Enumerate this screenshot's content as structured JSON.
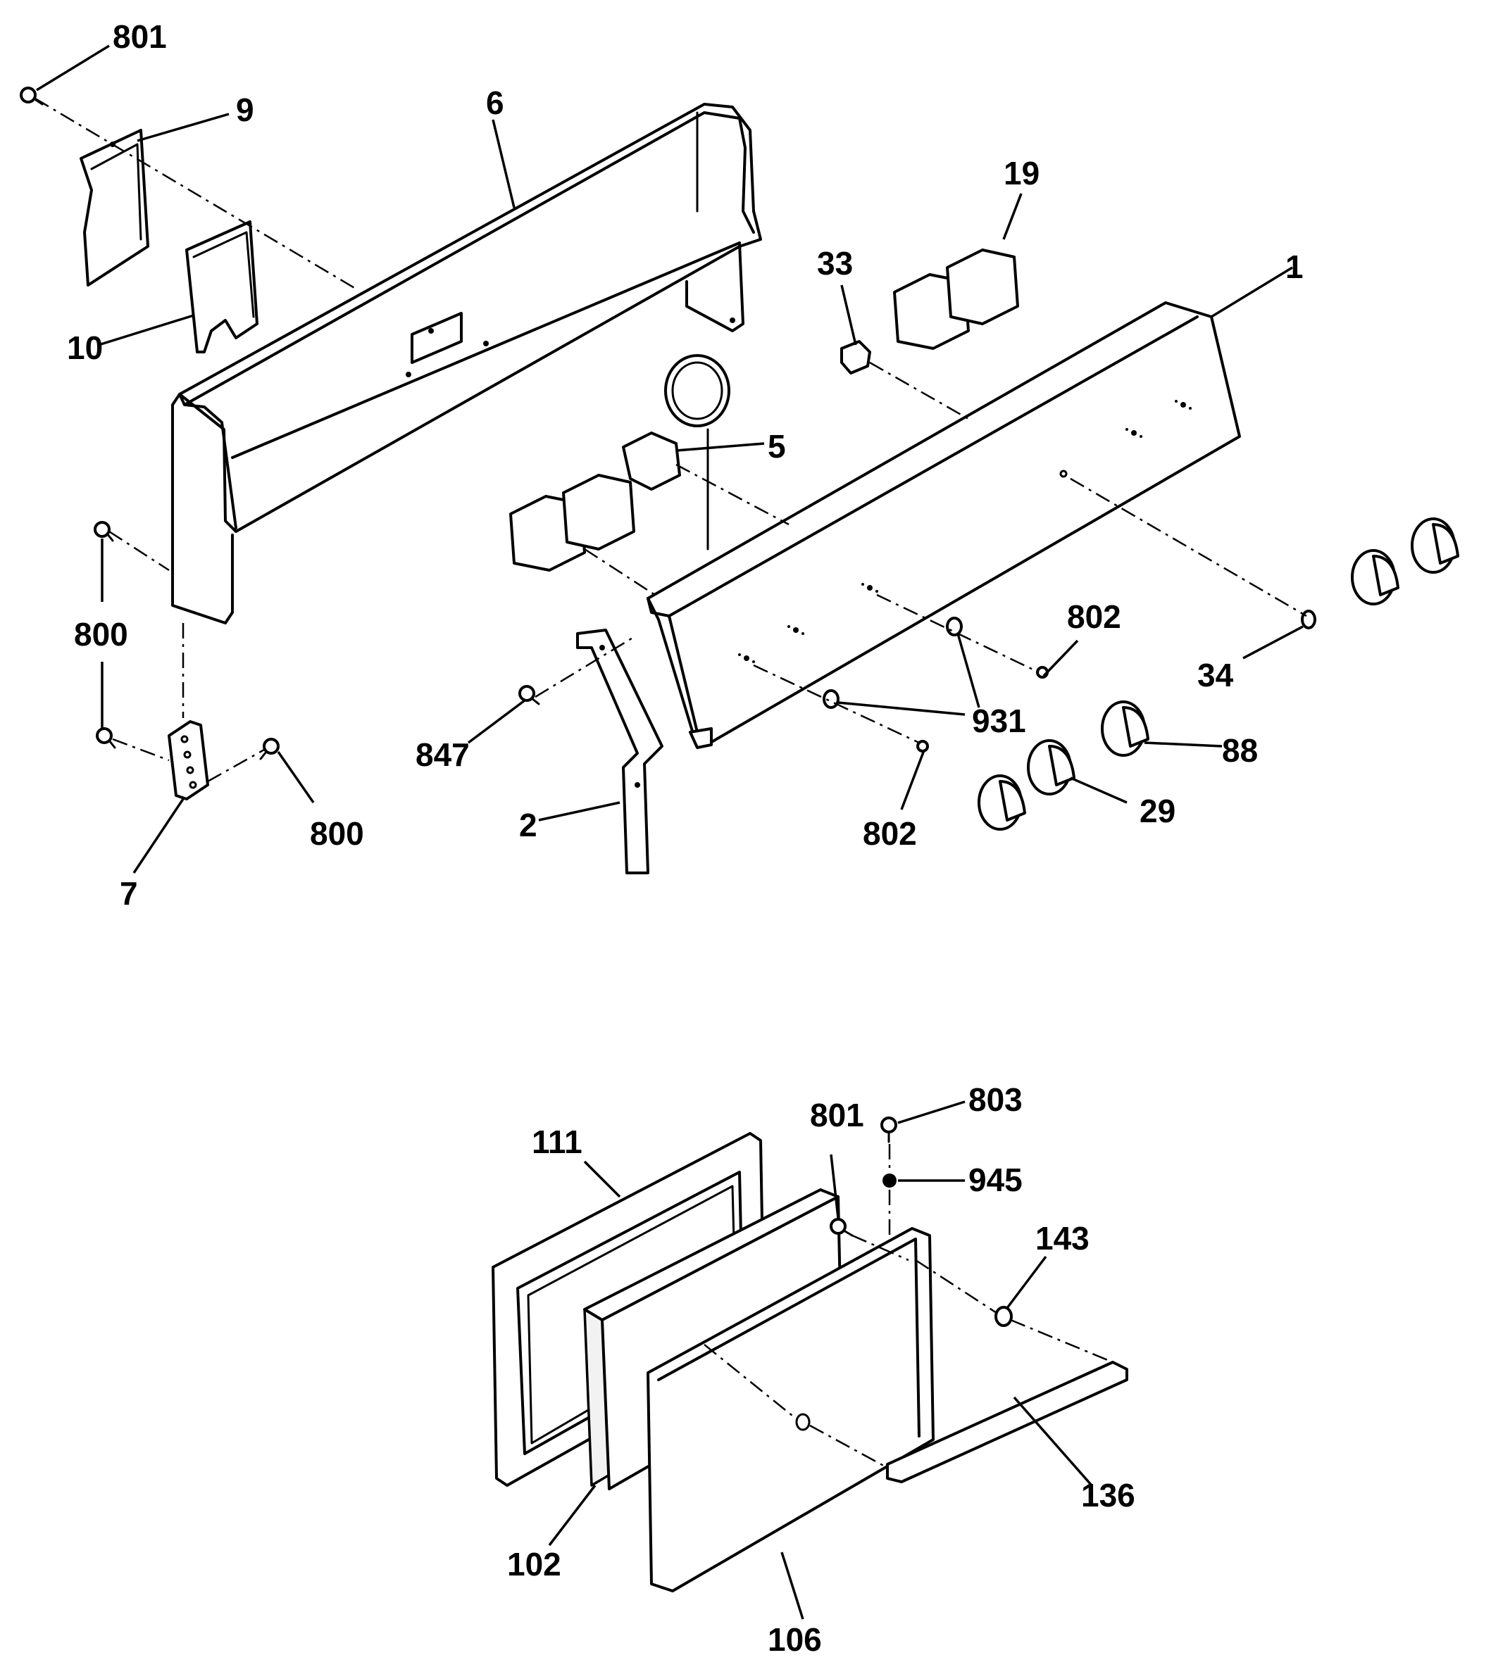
{
  "diagram": {
    "labels": {
      "l801_top": "801",
      "l9": "9",
      "l6": "6",
      "l10": "10",
      "l19": "19",
      "l33": "33",
      "l1": "1",
      "l5": "5",
      "l800_left": "800",
      "l800_right": "800",
      "l7": "7",
      "l847": "847",
      "l2": "2",
      "l802_upper": "802",
      "l802_lower": "802",
      "l931": "931",
      "l34": "34",
      "l88": "88",
      "l29": "29",
      "l111": "111",
      "l801_bottom": "801",
      "l803": "803",
      "l945": "945",
      "l143": "143",
      "l136": "136",
      "l102": "102",
      "l106": "106"
    }
  }
}
